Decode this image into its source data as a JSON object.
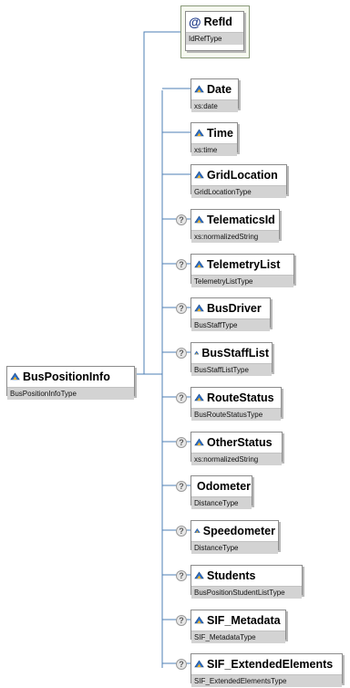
{
  "root": {
    "name": "BusPositionInfo",
    "type": "BusPositionInfoType",
    "icon": "element-icon"
  },
  "attribute": {
    "name": "RefId",
    "type": "IdRefType",
    "icon": "attribute-icon",
    "symbol": "@"
  },
  "optional_symbol": "?",
  "children": [
    {
      "name": "Date",
      "type": "xs:date",
      "optional": false
    },
    {
      "name": "Time",
      "type": "xs:time",
      "optional": false
    },
    {
      "name": "GridLocation",
      "type": "GridLocationType",
      "optional": false
    },
    {
      "name": "TelematicsId",
      "type": "xs:normalizedString",
      "optional": true
    },
    {
      "name": "TelemetryList",
      "type": "TelemetryListType",
      "optional": true
    },
    {
      "name": "BusDriver",
      "type": "BusStaffType",
      "optional": true
    },
    {
      "name": "BusStaffList",
      "type": "BusStaffListType",
      "optional": true
    },
    {
      "name": "RouteStatus",
      "type": "BusRouteStatusType",
      "optional": true
    },
    {
      "name": "OtherStatus",
      "type": "xs:normalizedString",
      "optional": true
    },
    {
      "name": "Odometer",
      "type": "DistanceType",
      "optional": true
    },
    {
      "name": "Speedometer",
      "type": "DistanceType",
      "optional": true
    },
    {
      "name": "Students",
      "type": "BusPositionStudentListType",
      "optional": true
    },
    {
      "name": "SIF_Metadata",
      "type": "SIF_MetadataType",
      "optional": true
    },
    {
      "name": "SIF_ExtendedElements",
      "type": "SIF_ExtendedElementsType",
      "optional": true
    }
  ]
}
